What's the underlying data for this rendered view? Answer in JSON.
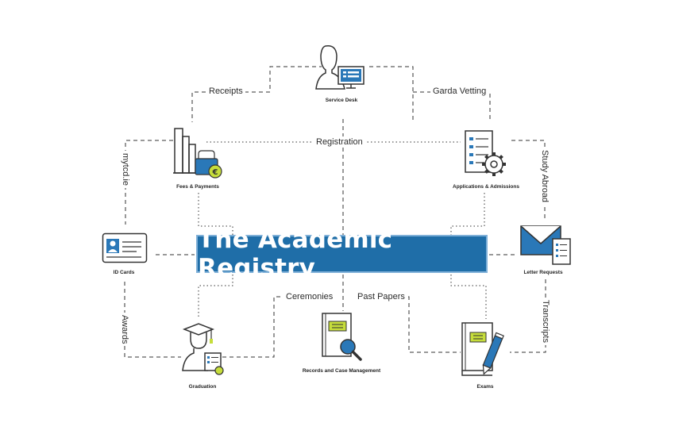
{
  "title": "The Academic Registry",
  "nodes": {
    "service_desk": "Service Desk",
    "fees_payments": "Fees & Payments",
    "applications_admissions": "Applications & Admissions",
    "id_cards": "ID Cards",
    "letter_requests": "Letter Requests",
    "graduation": "Graduation",
    "records_case_management": "Records and Case Management",
    "exams": "Exams"
  },
  "edges": {
    "receipts": "Receipts",
    "garda_vetting": "Garda Vetting",
    "registration": "Registration",
    "mytcd": "mytcd.ie",
    "study_abroad": "Study Abroad",
    "awards": "Awards",
    "transcripts": "Transcripts",
    "ceremonies": "Ceremonies",
    "past_papers": "Past Papers"
  },
  "icons": {
    "service_desk": "person-at-computer-icon",
    "fees_payments": "bar-chart-wallet-euro-icon",
    "applications_admissions": "checklist-gear-icon",
    "id_cards": "id-card-icon",
    "letter_requests": "envelope-document-icon",
    "graduation": "graduate-certificate-icon",
    "records_case_management": "folder-magnifier-icon",
    "exams": "book-pen-icon"
  },
  "colors": {
    "title_bg": "#1f6ea8",
    "title_border": "#7fb0d8",
    "accent_blue": "#2a78b8",
    "accent_green": "#c6dd3b",
    "line": "#333333"
  }
}
